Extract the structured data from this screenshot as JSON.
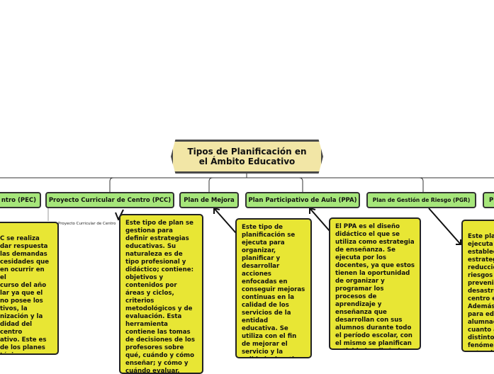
{
  "root": {
    "title": "Tipos de Planificación en el Ámbito Educativo"
  },
  "categories": [
    {
      "label": "ntro (PEC)"
    },
    {
      "label": "Proyecto Curricular de Centro (PCC)"
    },
    {
      "label": "Plan de Mejora"
    },
    {
      "label": "Plan Participativo de Aula (PPA)"
    },
    {
      "label": "Plan de Gestión de Riesgo (PGR)"
    },
    {
      "label": "P"
    }
  ],
  "connector_label": "Proyecto Curricular de Centro",
  "notes": [
    {
      "text": "C se realiza\ndar  respuesta\nlas  demandas\ncesidades  que\nen ocurrir en el\ncurso del año\nlar ya que el\nno posee los\ntivos, la\nnización y la\ndidad del centro\nativo. Este es\nde los planes\ntégicos mas\nrtantes de toda\ndad educativa."
    },
    {
      "text": "Este tipo de plan se gestiona para definir estrategias educativas. Su naturaleza es de tipo profesional y didáctico; contiene: objetivos y contenidos por áreas y ciclos, criterios metodológicos y de evaluación. Esta herramienta contiene las tomas de decisiones de los profesores sobre qué, cuándo y cómo enseñar; y cómo y cuándo evaluar."
    },
    {
      "text": "Este tipo de planificación se ejecuta para organizar, planificar y desarrollar acciones enfocadas en conseguir mejoras continuas en la calidad de los servicios de la entidad educativa. Se utiliza con el fin de mejorar el servicio y la calidad educativa."
    },
    {
      "text": "El PPA es el diseño didáctico el que se utiliza como estrategia de enseñanza. Se ejecuta por los docentes, ya que estos tienen la oportunidad de organizar y programar los procesos de aprendizaje y enseñanza que desarrollan con sus alumnos durante todo el período escolar, con el mismo se planifican actividades dinámicas e interactivas."
    },
    {
      "text": "Este pla\nejecuta\nestablec\nestrateg\nreducció\nriesgos\nprevenir\ndesastre\ncentro e\nAdemás\npara ed\nalumnad\ncuanto a\ndistintos\nfenómen\nnaturale"
    }
  ]
}
